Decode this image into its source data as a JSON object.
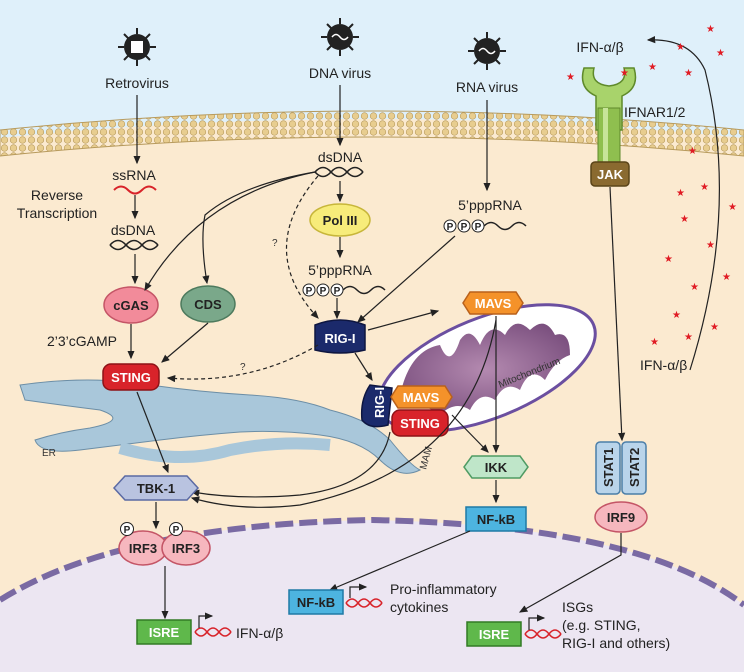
{
  "viruses": {
    "retrovirus": "Retrovirus",
    "dna_virus": "DNA virus",
    "rna_virus": "RNA virus"
  },
  "nucleic_acids": {
    "ssrna": "ssRNA",
    "reverse_transcription": [
      "Reverse",
      "Transcription"
    ],
    "dsdna_retro": "dsDNA",
    "dsdna_dna": "dsDNA",
    "pppRNA_top": "5’pppRNA",
    "pppRNA_pol": "5’pppRNA",
    "p": "P"
  },
  "sensors": {
    "cgas": "cGAS",
    "cds": "CDS",
    "pol3": "Pol III",
    "rigi": "RIG-I",
    "rigi_mito": "RIG-I",
    "mavs_top": "MAVS",
    "mavs_mito": "MAVS",
    "sting_er": "STING",
    "sting_mito": "STING"
  },
  "labels": {
    "cgamp": "2’3’cGAMP",
    "er": "ER",
    "mam": "MAM",
    "mitochondrion": "Mitochondrium",
    "question": "?"
  },
  "signaling": {
    "tbk1": "TBK-1",
    "irf3": "IRF3",
    "ikk": "IKK",
    "nfkb": "NF-kB",
    "jak": "JAK",
    "stat1": "STAT1",
    "stat2": "STAT2",
    "irf9": "IRF9"
  },
  "receptor": {
    "ifn_top": "IFN-α/β",
    "ifnar": "IFNAR1/2",
    "ifn_side": "IFN-α/β"
  },
  "nucleus": {
    "isre_left": "ISRE",
    "ifn_out": "IFN-α/β",
    "nfkb_nuc": "NF-kB",
    "pro_inflammatory": [
      "Pro-inflammatory",
      "cytokines"
    ],
    "isre_right": "ISRE",
    "isgs": [
      "ISGs",
      "(e.g. STING,",
      "RIG-I and others)"
    ]
  },
  "colors": {
    "membrane": "#e2c68a",
    "cytoplasm": "#fbead0",
    "nucleus": "#ece6f2",
    "er": "#a9c7da",
    "sting": "#d8232a",
    "rigi": "#1b2a6b",
    "mavs": "#f4922a",
    "ikk": "#bfe6c9",
    "nfkb": "#4db4e0",
    "isre": "#5fb84b"
  }
}
